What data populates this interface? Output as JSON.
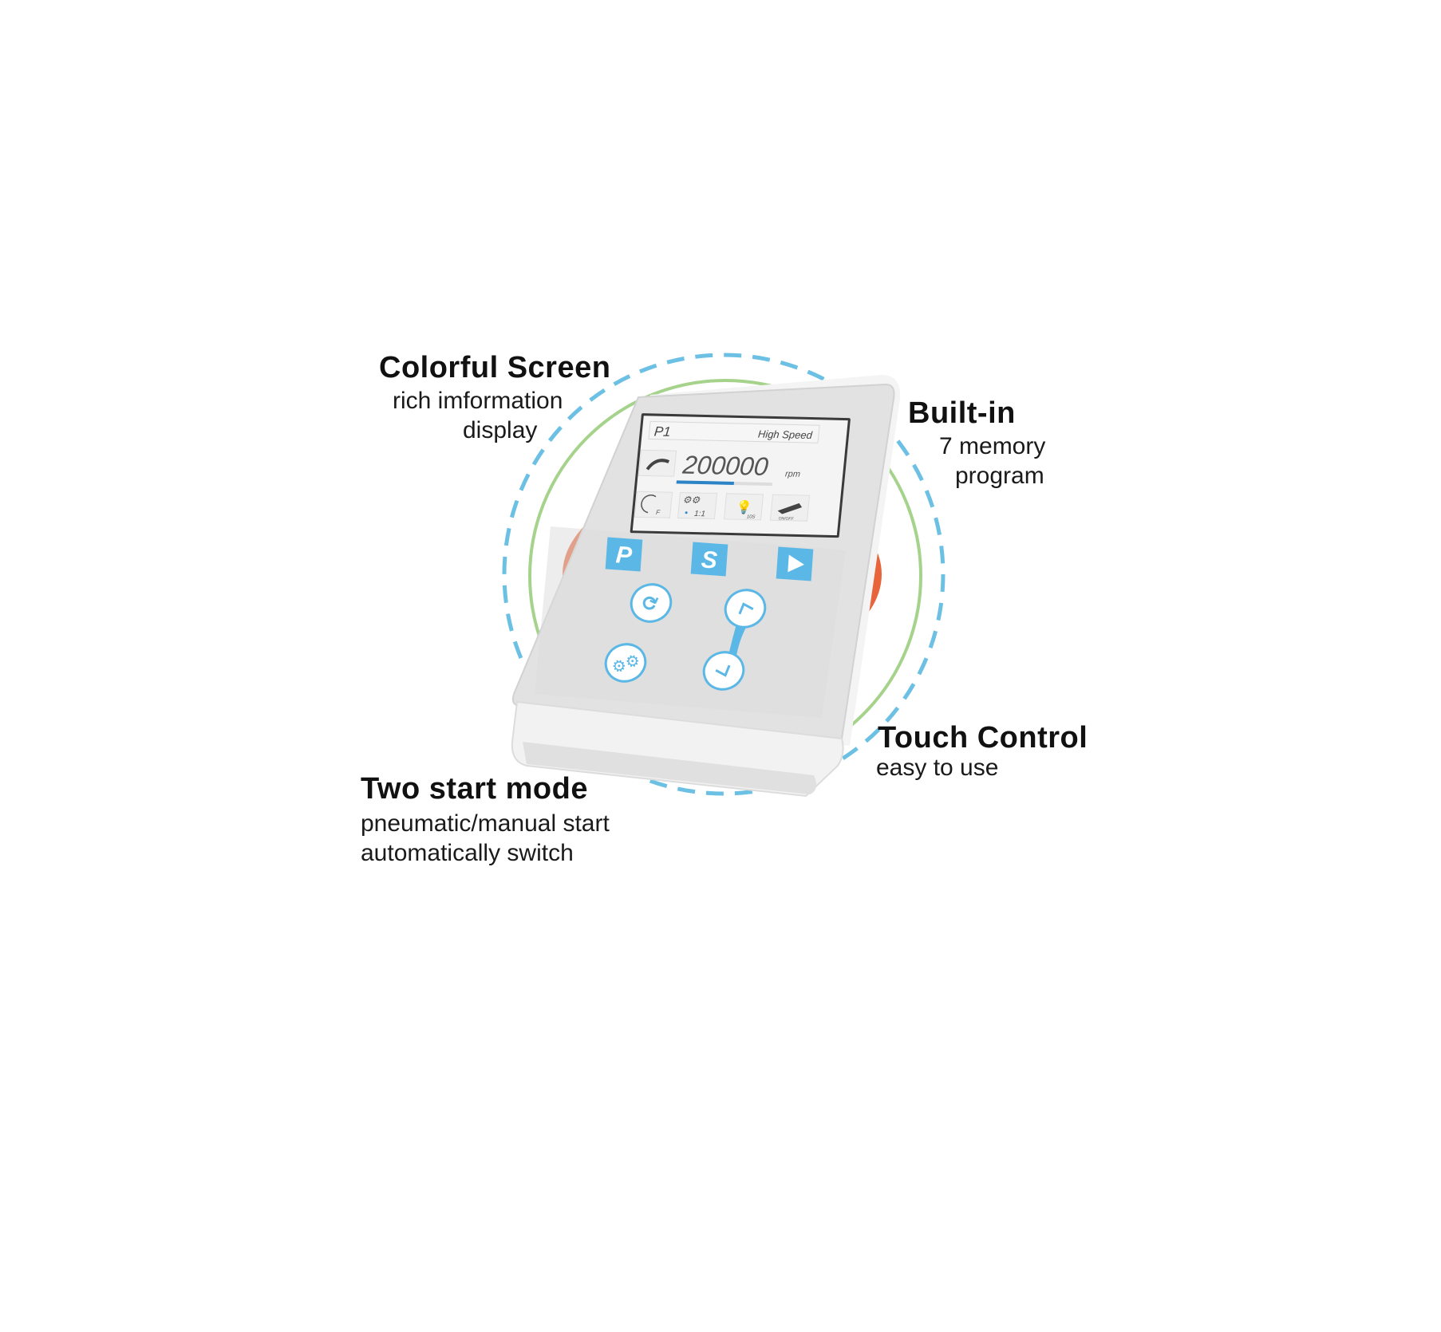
{
  "features": {
    "colorful_screen": {
      "title": "Colorful Screen",
      "line1": "rich imformation",
      "line2": "display"
    },
    "built_in": {
      "title": "Built-in",
      "line1": "7 memory",
      "line2": "program"
    },
    "touch_control": {
      "title": "Touch Control",
      "line1": "easy to use"
    },
    "two_start_mode": {
      "title": "Two start mode",
      "line1": "pneumatic/manual start",
      "line2": "automatically switch"
    }
  },
  "device_screen": {
    "program": "P1",
    "mode": "High Speed",
    "speed": "200000",
    "speed_unit": "rpm",
    "speed_fraction": 0.6,
    "ratio": "1:1",
    "light_time": "10S",
    "foot_switch": "ON/OFF",
    "direction": "F"
  },
  "device_buttons": {
    "program": "P",
    "setting": "S"
  },
  "colors": {
    "dashed_ring": "#6cc0e4",
    "green_ring": "#a6d38c",
    "orange": "#e8643a",
    "button_blue": "#5bb8e6",
    "body": "#e2e2e2"
  }
}
